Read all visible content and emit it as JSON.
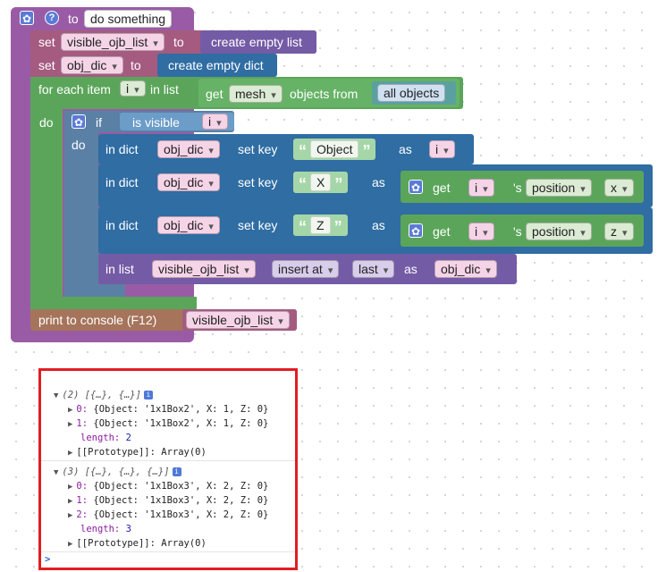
{
  "function": {
    "to": "to",
    "name": "do something"
  },
  "set1": {
    "set": "set",
    "var": "visible_ojb_list",
    "to": "to",
    "value": "create empty list"
  },
  "set2": {
    "set": "set",
    "var": "obj_dic",
    "to": "to",
    "value": "create empty dict"
  },
  "foreach": {
    "label": "for each item",
    "var": "i",
    "in_list": "in list",
    "get": "get",
    "type": "mesh",
    "objects_from": "objects from",
    "source": "all objects",
    "do": "do"
  },
  "ifblk": {
    "if": "if",
    "is_visible": "is visible",
    "var": "i",
    "do": "do"
  },
  "dict_rows": [
    {
      "in_dict": "in dict",
      "dict": "obj_dic",
      "set_key": "set key",
      "key": "Object",
      "as": "as",
      "var": "i"
    },
    {
      "in_dict": "in dict",
      "dict": "obj_dic",
      "set_key": "set key",
      "key": "X",
      "as": "as",
      "get": "get",
      "var": "i",
      "poss": "'s",
      "prop": "position",
      "axis": "x"
    },
    {
      "in_dict": "in dict",
      "dict": "obj_dic",
      "set_key": "set key",
      "key": "Z",
      "as": "as",
      "get": "get",
      "var": "i",
      "poss": "'s",
      "prop": "position",
      "axis": "z"
    }
  ],
  "inlist": {
    "in_list": "in list",
    "list": "visible_ojb_list",
    "mode": "insert at",
    "where": "last",
    "as": "as",
    "value": "obj_dic"
  },
  "print": {
    "label": "print to console (F12)",
    "var": "visible_ojb_list"
  },
  "console": {
    "groups": [
      {
        "header": "(2) [{…}, {…}]",
        "items": [
          {
            "idx": "0:",
            "text": "{Object: '1x1Box2', X: 1, Z: 0}"
          },
          {
            "idx": "1:",
            "text": "{Object: '1x1Box2', X: 1, Z: 0}"
          }
        ],
        "length_label": "length:",
        "length": "2",
        "proto": "[[Prototype]]: Array(0)"
      },
      {
        "header": "(3) [{…}, {…}, {…}]",
        "items": [
          {
            "idx": "0:",
            "text": "{Object: '1x1Box3', X: 2, Z: 0}"
          },
          {
            "idx": "1:",
            "text": "{Object: '1x1Box3', X: 2, Z: 0}"
          },
          {
            "idx": "2:",
            "text": "{Object: '1x1Box3', X: 2, Z: 0}"
          }
        ],
        "length_label": "length:",
        "length": "3",
        "proto": "[[Prototype]]: Array(0)"
      }
    ],
    "info_icon": "i",
    "prompt": ">"
  },
  "colors": {
    "procedure": "#995ba5",
    "variables": "#a55b80",
    "loop": "#5ba55b",
    "logic": "#5b80a5",
    "dict": "#2f6da3",
    "list": "#745ba5",
    "print": "#a5745b",
    "alert": "#e11d24"
  }
}
